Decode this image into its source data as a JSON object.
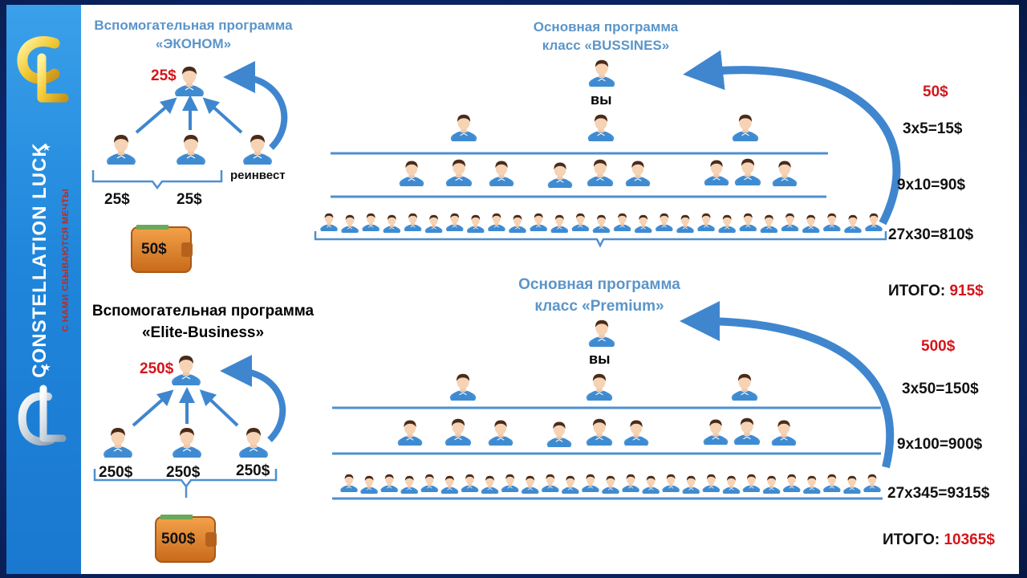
{
  "sidebar": {
    "brand_text": "CONSTELLATION LUCK",
    "slogan": "С НАМИ СБЫВАЮТСЯ МЕЧТЫ",
    "logo_top": "CL",
    "logo_bottom": "CL"
  },
  "econom": {
    "title_line1": "Вспомогательная программа",
    "title_line2": "«ЭКОНОМ»",
    "top_amount": "25$",
    "reinvest": "реинвест",
    "left_amount": "25$",
    "right_amount": "25$",
    "wallet": "50$"
  },
  "elite": {
    "title_line1": "Вспомогательная программа",
    "title_line2": "«Elite-Business»",
    "top_amount": "250$",
    "amounts": [
      "250$",
      "250$",
      "250$"
    ],
    "wallet": "500$"
  },
  "business": {
    "title_line1": "Основная программа",
    "title_line2": "класс «BUSSINES»",
    "you": "вы",
    "price": "50$",
    "rows": [
      "3х5=15$",
      "9х10=90$",
      "27х30=810$"
    ],
    "total_label": "ИТОГО:",
    "total_value": "915$"
  },
  "premium": {
    "title_line1": "Основная программа",
    "title_line2": "класс «Premium»",
    "you": "вы",
    "price": "500$",
    "rows": [
      "3х50=150$",
      "9х100=900$",
      "27х345=9315$"
    ],
    "total_label": "ИТОГО:",
    "total_value": "10365$"
  },
  "colors": {
    "accent_blue": "#5b95c9",
    "line_blue": "#4f8fd0",
    "money_red": "#d4161b",
    "sidebar_blue": "#1f86db",
    "wallet_orange": "#e0862c"
  },
  "icons": [
    "person-icon",
    "wallet-icon",
    "curved-arrow-icon",
    "straight-arrow-icon",
    "brace-icon",
    "logo-icon"
  ]
}
